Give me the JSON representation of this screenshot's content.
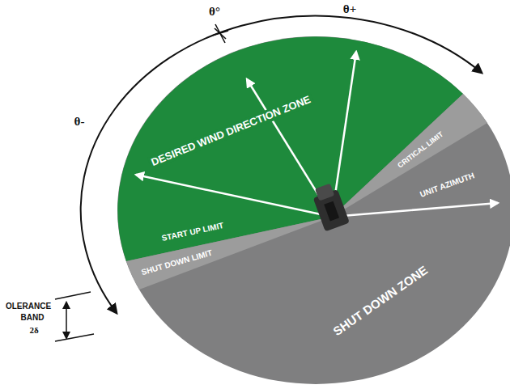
{
  "diagram": {
    "labels": [
      "θ°",
      "θ+",
      "θ-",
      "DESIRED WIND DIRECTION ZONE",
      "START UP LIMIT",
      "CRITICAL LIMIT",
      "UNIT AZIMUTH",
      "SHUT DOWN LIMIT",
      "SHUT DOWN ZONE",
      "OLERANCE",
      "BAND",
      "2δ"
    ]
  }
}
